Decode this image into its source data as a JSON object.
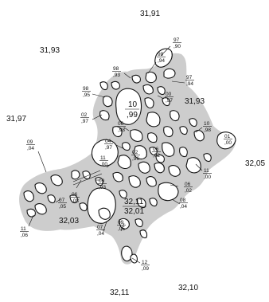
{
  "area_labels": [
    {
      "id": "a1",
      "text": "31,91"
    },
    {
      "id": "a2",
      "text": "31,93"
    },
    {
      "id": "a3",
      "text": "31,97"
    },
    {
      "id": "a4",
      "text": "31,93"
    },
    {
      "id": "a5",
      "text": "32,05"
    },
    {
      "id": "a6",
      "text": "32,03"
    },
    {
      "id": "a7",
      "text": "32,11"
    },
    {
      "id": "a8",
      "text": "32,10"
    }
  ],
  "center_label": {
    "top": "32,11",
    "bottom": "32,01"
  },
  "large_pair": {
    "top": "10",
    "bottom": "99"
  },
  "pair_labels": [
    {
      "id": "p1",
      "top": "97",
      "bottom": "90"
    },
    {
      "id": "p2",
      "top": "99",
      "bottom": "94"
    },
    {
      "id": "p3",
      "top": "98",
      "bottom": "93"
    },
    {
      "id": "p4",
      "top": "97",
      "bottom": "94"
    },
    {
      "id": "p5",
      "top": "98",
      "bottom": "95"
    },
    {
      "id": "p6",
      "top": "00",
      "bottom": "97"
    },
    {
      "id": "p7",
      "top": "02",
      "bottom": "97"
    },
    {
      "id": "p8",
      "top": "06",
      "bottom": "98"
    },
    {
      "id": "p9",
      "top": "10",
      "bottom": "98"
    },
    {
      "id": "p10",
      "top": "01",
      "bottom": "00"
    },
    {
      "id": "p11",
      "top": "04",
      "bottom": "97"
    },
    {
      "id": "p12",
      "top": "02",
      "bottom": "96"
    },
    {
      "id": "p13",
      "top": "06",
      "bottom": "02"
    },
    {
      "id": "p14",
      "top": "09",
      "bottom": "04"
    },
    {
      "id": "p15",
      "top": "11",
      "bottom": "00"
    },
    {
      "id": "p16",
      "top": "11",
      "bottom": "00"
    },
    {
      "id": "p17",
      "top": "09",
      "bottom": "03"
    },
    {
      "id": "p18",
      "top": "06",
      "bottom": "02"
    },
    {
      "id": "p19",
      "top": "06",
      "bottom": "03"
    },
    {
      "id": "p20",
      "top": "07",
      "bottom": "05"
    },
    {
      "id": "p21",
      "top": "08",
      "bottom": "04"
    },
    {
      "id": "p22",
      "top": "11",
      "bottom": "06"
    },
    {
      "id": "p23",
      "top": "07",
      "bottom": "04"
    },
    {
      "id": "p24",
      "top": "09",
      "bottom": "05"
    },
    {
      "id": "p25",
      "top": "12",
      "bottom": "09"
    }
  ]
}
